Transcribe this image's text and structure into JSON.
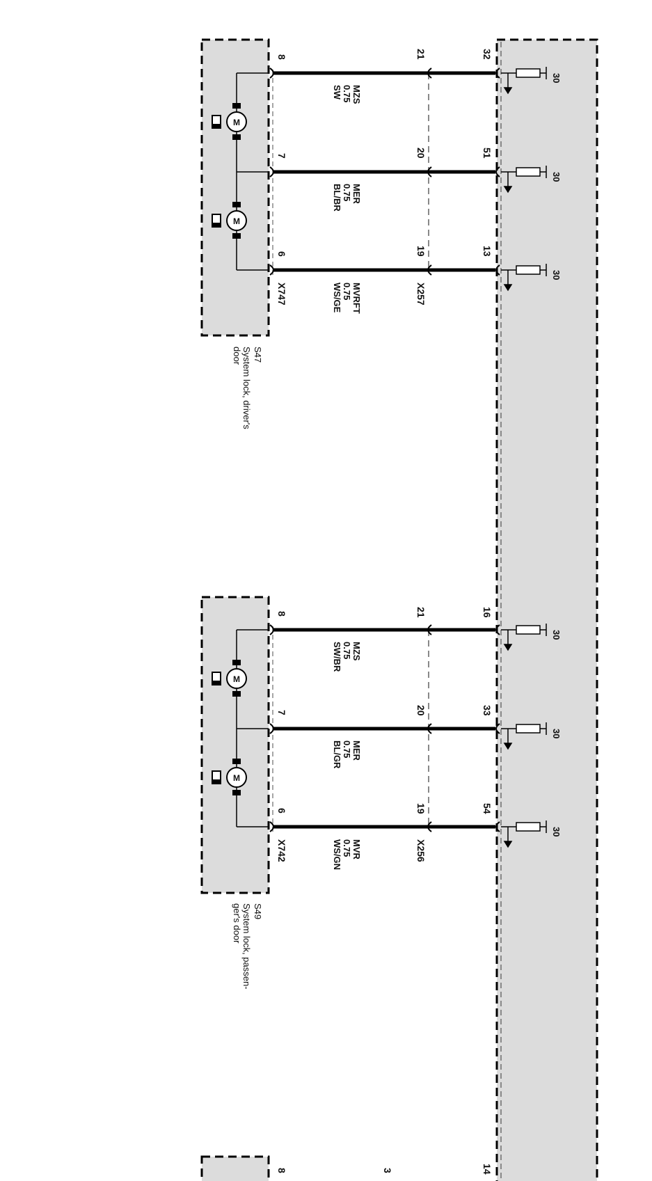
{
  "diagram": {
    "type": "wiring-diagram",
    "module_fuse_label": "30",
    "groups": [
      {
        "id": "S47",
        "component_code": "S47",
        "caption_lines": [
          "System lock, driver's",
          "door"
        ],
        "connector_component": "X747",
        "connector_middle": "X257",
        "wires": [
          {
            "left_pin": "8",
            "mid_pin": "21",
            "right_pin": "32",
            "name": "MZS",
            "size": "0.75",
            "color": "SW"
          },
          {
            "left_pin": "7",
            "mid_pin": "20",
            "right_pin": "51",
            "name": "MER",
            "size": "0.75",
            "color": "BL/BR"
          },
          {
            "left_pin": "6",
            "mid_pin": "19",
            "right_pin": "13",
            "name": "MVRFT",
            "size": "0.75",
            "color": "WS/GE"
          }
        ]
      },
      {
        "id": "S49",
        "component_code": "S49",
        "caption_lines": [
          "System lock, passen-",
          "ger's door"
        ],
        "connector_component": "X742",
        "connector_middle": "X256",
        "wires": [
          {
            "left_pin": "8",
            "mid_pin": "21",
            "right_pin": "16",
            "name": "MZS",
            "size": "0.75",
            "color": "SW/BR"
          },
          {
            "left_pin": "7",
            "mid_pin": "20",
            "right_pin": "33",
            "name": "MER",
            "size": "0.75",
            "color": "BL/GR"
          },
          {
            "left_pin": "6",
            "mid_pin": "19",
            "right_pin": "54",
            "name": "MVR",
            "size": "0.75",
            "color": "WS/GN"
          }
        ]
      },
      {
        "id": "partial",
        "left_pin": "8",
        "mid_pin": "3",
        "right_pin": "14"
      }
    ],
    "colors": {
      "box_fill": "#dcdcdc",
      "wire": "#000000",
      "dash": "#000000",
      "thin_dash": "#888888"
    }
  }
}
